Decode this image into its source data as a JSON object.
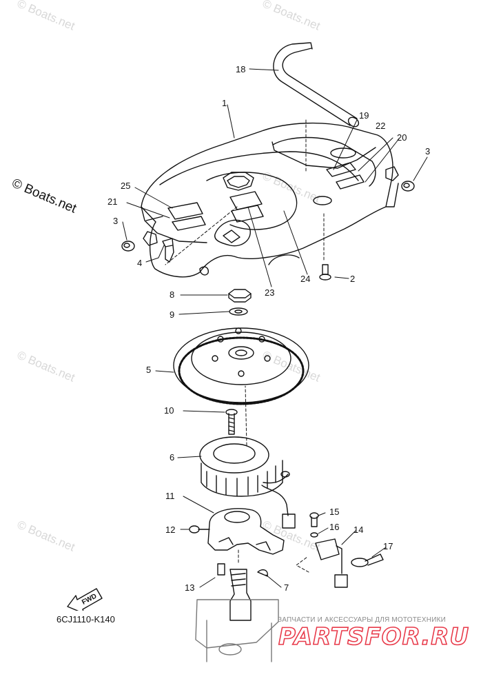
{
  "watermark": "© Boats.net",
  "diagram_code": "6CJ1110-K140",
  "brand": {
    "tagline": "ЗАПЧАСТИ И АКСЕССУАРЫ ДЛЯ МОТОТЕХНИКИ",
    "name": "PARTSFOR.RU",
    "color": "#e83a4a"
  },
  "fwd_label": "FWD",
  "callouts": [
    "1",
    "2",
    "3",
    "3",
    "4",
    "5",
    "6",
    "7",
    "8",
    "9",
    "10",
    "11",
    "12",
    "13",
    "14",
    "15",
    "16",
    "17",
    "18",
    "19",
    "20",
    "21",
    "22",
    "23",
    "24",
    "25"
  ]
}
